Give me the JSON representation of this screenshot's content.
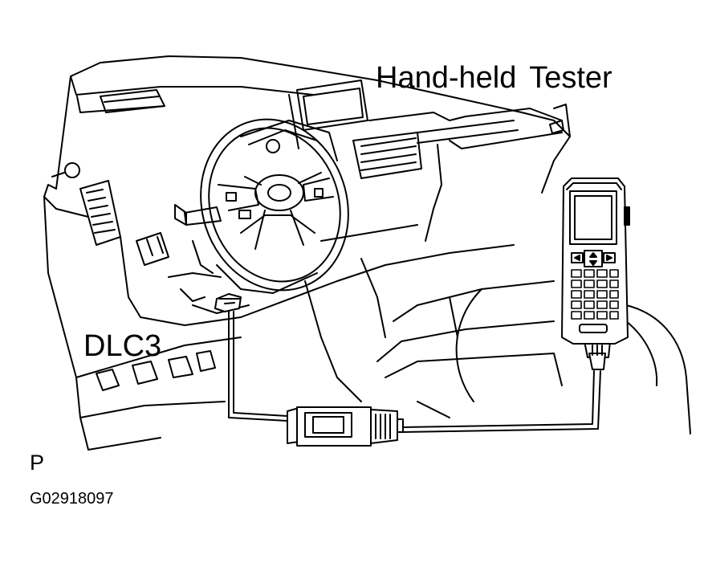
{
  "labels": {
    "tester": "Hand-held  Tester",
    "connector": "DLC3",
    "view_letter": "P",
    "figure_id": "G02918097"
  },
  "colors": {
    "ink": "#000000",
    "paper": "#ffffff"
  }
}
